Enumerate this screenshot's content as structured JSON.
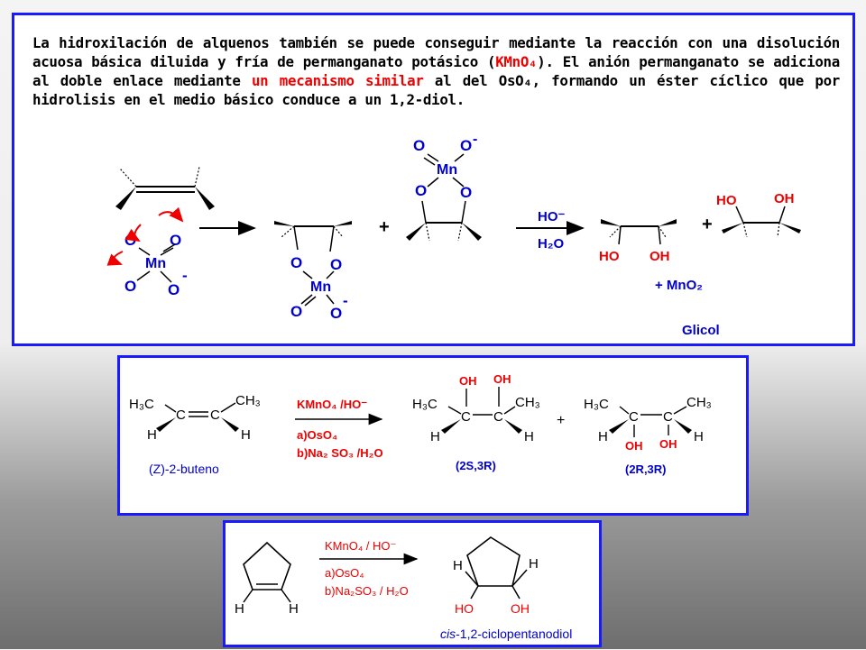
{
  "panel1": {
    "text_before_kmno4": "La hidroxilación de alquenos también se puede conseguir mediante la reacción con una disolución acuosa básica diluida y fría de permanganato potásico (",
    "kmno4_formula": "KMnO₄",
    "text_after_kmno4": "). El anión permanganato se adiciona al doble enlace mediante ",
    "highlight": "un mecanismo similar",
    "text_after_highlight": " al del OsO₄, formando un éster cíclico que por hidrolisis en el medio básico conduce a un 1,2-diol.",
    "scheme": {
      "reagent_top": "HO⁻",
      "reagent_bottom": "H₂O",
      "plus": "+",
      "byproduct": "+ MnO₂",
      "product_label": "Glicol",
      "atom_O": "O",
      "atom_Mn": "Mn",
      "charge": "-",
      "HO": "HO",
      "OH": "OH"
    }
  },
  "panel2": {
    "substrate_name": "(Z)-2-buteno",
    "reagent_top": "KMnO₄ /HO⁻",
    "reagent_a": "a)OsO₄",
    "reagent_b": "b)Na₂ SO₃ /H₂O",
    "product1_config": "(2S,3R)",
    "product2_config": "(2R,3R)",
    "plus": "+",
    "H3C": "H₃C",
    "CH3": "CH₃",
    "C": "C",
    "H": "H",
    "OH": "OH"
  },
  "panel3": {
    "reagent_top": "KMnO₄ / HO⁻",
    "reagent_a": "a)OsO₄",
    "reagent_b": "b)Na₂SO₃ / H₂O",
    "product_name_italic": "cis",
    "product_name_rest": "-1,2-ciclopentanodiol",
    "H": "H",
    "HO": "HO",
    "OH": "OH"
  },
  "colors": {
    "frame_blue": "#1a1aff",
    "red": "#ee0000",
    "blue": "#0000cc",
    "text": "#000000"
  }
}
